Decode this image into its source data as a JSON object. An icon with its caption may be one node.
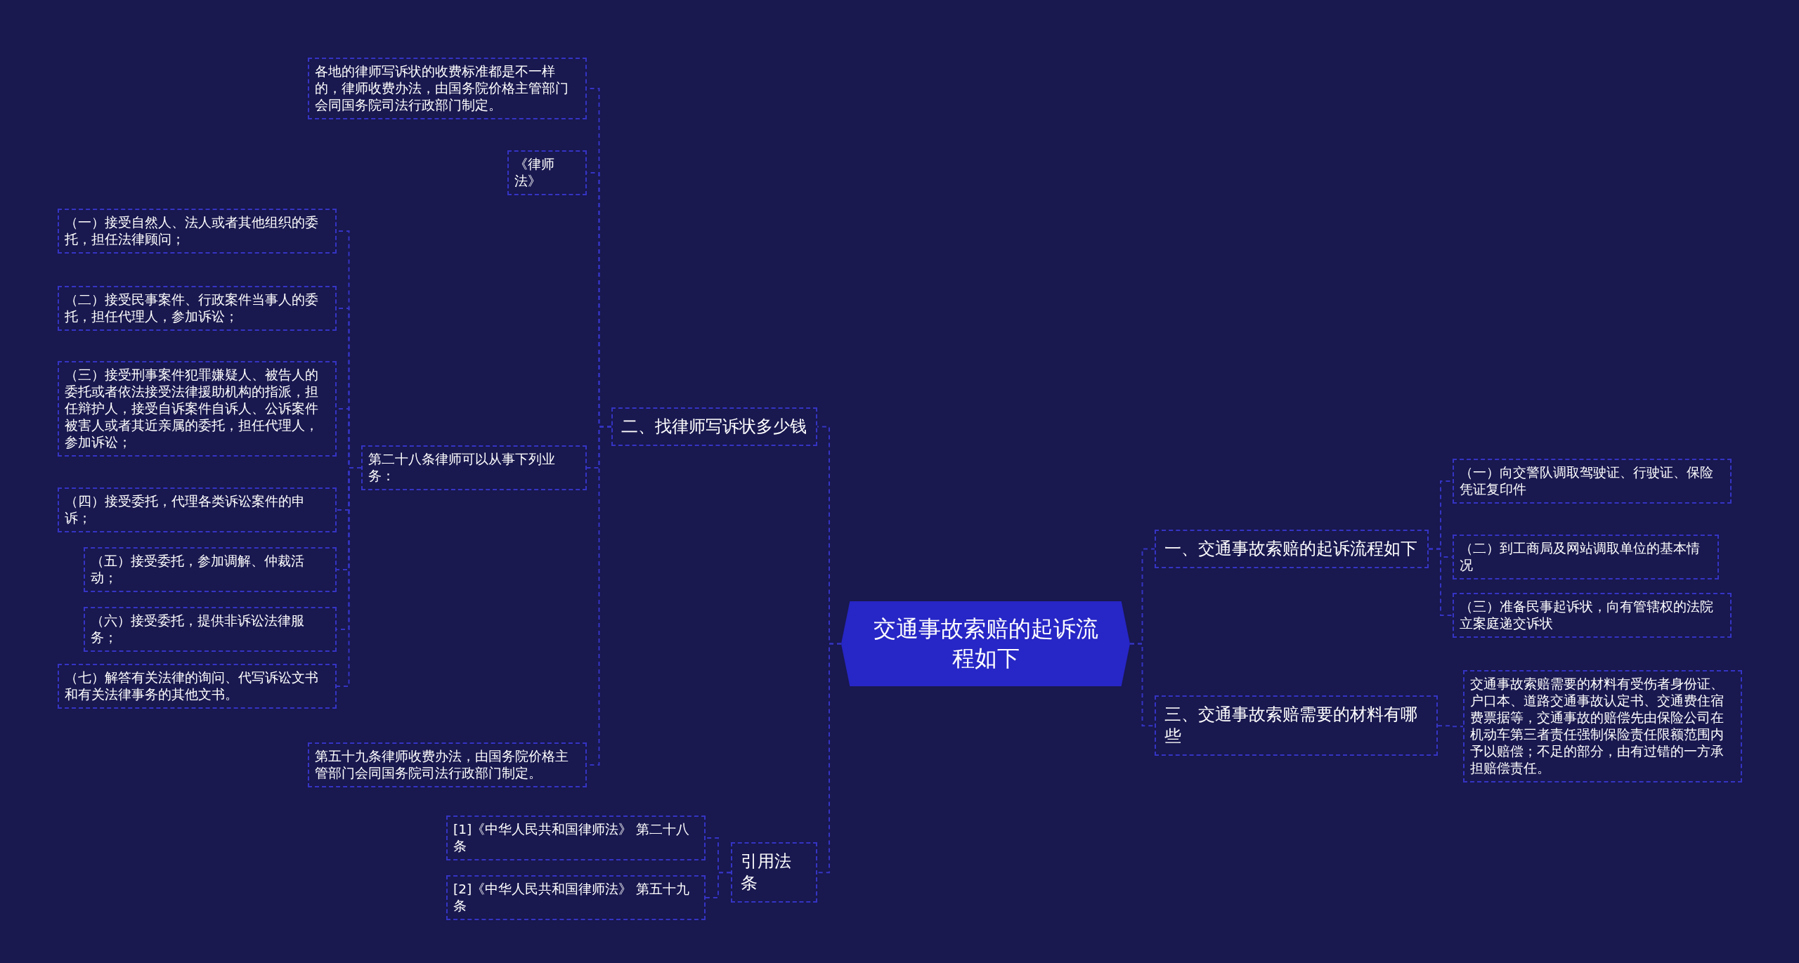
{
  "diagram": {
    "nodes": [
      {
        "text": [
          "交通事故索赔的起诉流程如下"
        ]
      },
      {
        "text": [
          "二、找律师写诉状多少钱"
        ]
      },
      {
        "text": [
          "各地的律师写诉状的收费标准都是不一样的，律师收费办法，由国务院价格主管部门会同国务院司法行政部门制定。"
        ]
      },
      {
        "text": [
          "《律师法》"
        ]
      },
      {
        "text": [
          "第二十八条律师可以从事下列业务："
        ]
      },
      {
        "text": [
          "（一）接受自然人、法人或者其他组织的委托，担任法律顾问；"
        ]
      },
      {
        "text": [
          "（二）接受民事案件、行政案件当事人的委托，担任代理人，参加诉讼；"
        ]
      },
      {
        "text": [
          "（三）接受刑事案件犯罪嫌疑人、被告人的委托或者依法接受法律援助机构的指派，担任辩护人，接受自诉案件自诉人、公诉案件被害人或者其近亲属的委托，担任代理人，参加诉讼；"
        ]
      },
      {
        "text": [
          "（四）接受委托，代理各类诉讼案件的申诉；"
        ]
      },
      {
        "text": [
          "（五）接受委托，参加调解、仲裁活动；"
        ]
      },
      {
        "text": [
          "（六）接受委托，提供非诉讼法律服务；"
        ]
      },
      {
        "text": [
          "（七）解答有关法律的询问、代写诉讼文书和有关法律事务的其他文书。"
        ]
      },
      {
        "text": [
          "第五十九条律师收费办法，由国务院价格主管部门会同国务院司法行政部门制定。"
        ]
      },
      {
        "text": [
          "引用法条"
        ]
      },
      {
        "text": [
          "[1]《中华人民共和国律师法》 第二十八条"
        ]
      },
      {
        "text": [
          "[2]《中华人民共和国律师法》 第五十九条"
        ]
      },
      {
        "text": [
          "一、交通事故索赔的起诉流程如下"
        ]
      },
      {
        "text": [
          "（一）向交警队调取驾驶证、行驶证、保险凭证复印件"
        ]
      },
      {
        "text": [
          "（二）到工商局及网站调取单位的基本情况"
        ]
      },
      {
        "text": [
          "（三）准备民事起诉状，向有管辖权的法院立案庭递交诉状"
        ]
      },
      {
        "text": [
          "三、交通事故索赔需要的材料有哪些"
        ]
      },
      {
        "text": [
          "交通事故索赔需要的材料有受伤者身份证、户口本、道路交通事故认定书、交通费住宿费票据等，交通事故的赔偿先由保险公司在机动车第三者责任强制保险责任限额范围内予以赔偿；不足的部分，由有过错的一方承担赔偿责任。"
        ]
      }
    ],
    "edges": [
      {
        "from": 0,
        "to": 1,
        "arrow": "none"
      },
      {
        "from": 1,
        "to": 2,
        "arrow": "none"
      },
      {
        "from": 1,
        "to": 3,
        "arrow": "none"
      },
      {
        "from": 1,
        "to": 4,
        "arrow": "none"
      },
      {
        "from": 4,
        "to": 5,
        "arrow": "none"
      },
      {
        "from": 4,
        "to": 6,
        "arrow": "none"
      },
      {
        "from": 4,
        "to": 7,
        "arrow": "none"
      },
      {
        "from": 4,
        "to": 8,
        "arrow": "none"
      },
      {
        "from": 4,
        "to": 9,
        "arrow": "none"
      },
      {
        "from": 4,
        "to": 10,
        "arrow": "none"
      },
      {
        "from": 4,
        "to": 11,
        "arrow": "none"
      },
      {
        "from": 1,
        "to": 12,
        "arrow": "none"
      },
      {
        "from": 0,
        "to": 13,
        "arrow": "none"
      },
      {
        "from": 13,
        "to": 14,
        "arrow": "none"
      },
      {
        "from": 13,
        "to": 15,
        "arrow": "none"
      },
      {
        "from": 0,
        "to": 16,
        "arrow": "none"
      },
      {
        "from": 16,
        "to": 17,
        "arrow": "none"
      },
      {
        "from": 16,
        "to": 18,
        "arrow": "none"
      },
      {
        "from": 16,
        "to": 19,
        "arrow": "none"
      },
      {
        "from": 0,
        "to": 20,
        "arrow": "none"
      },
      {
        "from": 20,
        "to": 21,
        "arrow": "none"
      }
    ]
  }
}
